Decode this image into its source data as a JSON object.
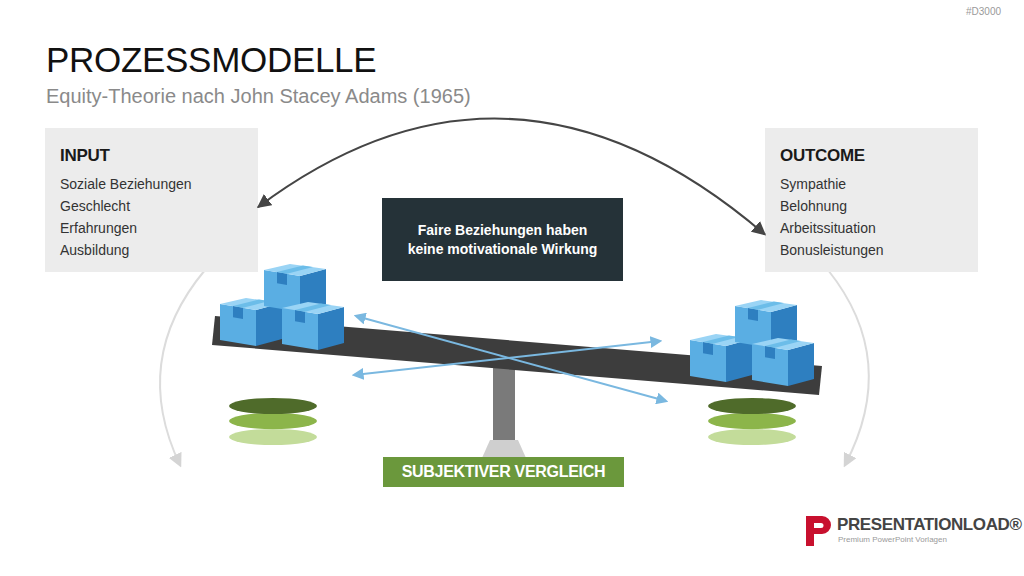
{
  "diagram": {
    "title": "PROZESSMODELLE",
    "nodes": [
      {
        "text": [
          "INPUT",
          "Soziale Beziehungen",
          "Geschlecht",
          "Erfahrungen",
          "Ausbildung"
        ]
      },
      {
        "text": [
          "Faire Beziehungen haben keine motivationale Wirkung"
        ]
      },
      {
        "text": [
          "OUTCOME",
          "Sympathie",
          "Belohnung",
          "Arbeitssituation",
          "Bonusleistungen"
        ]
      },
      {
        "text": [
          "SUBJEKTIVER VERGLEICH"
        ]
      }
    ],
    "edges": [
      {
        "from": 0,
        "to": 2,
        "arrow": "both"
      }
    ],
    "labels": [
      "#D3000",
      "Equity-Theorie nach John Stacey Adams (1965)",
      "PRESENTATIONLOAD®",
      "Premium PowerPoint Vorlagen"
    ]
  }
}
